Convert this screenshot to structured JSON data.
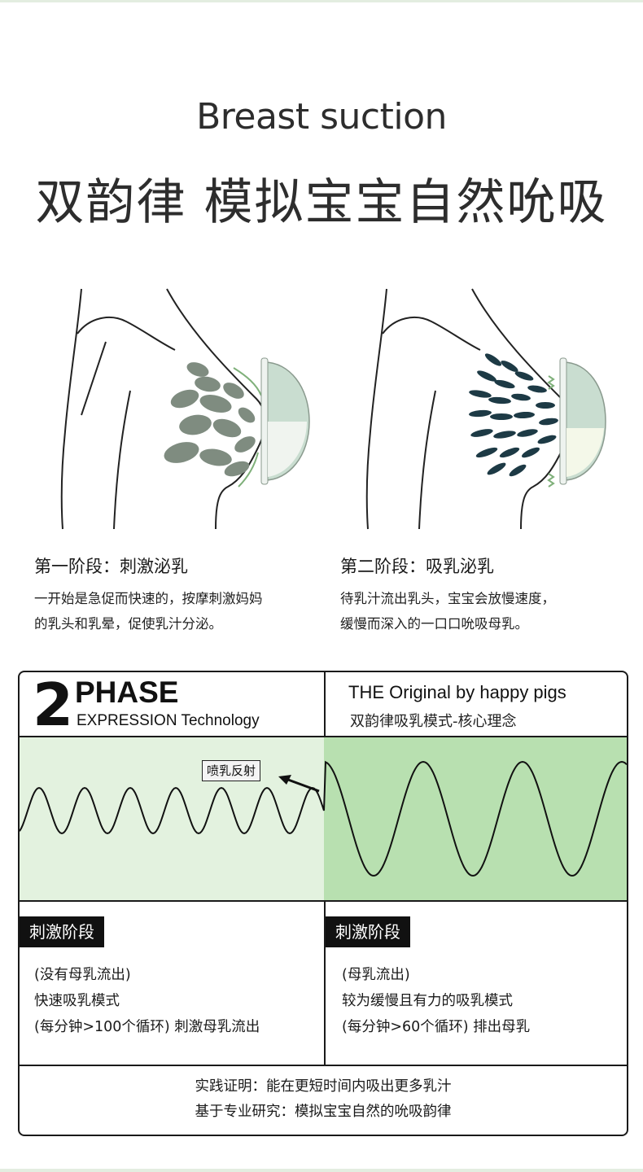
{
  "header": {
    "title_en": "Breast suction",
    "title_cn": "双韵律 模拟宝宝自然吮吸"
  },
  "phases": [
    {
      "title": "第一阶段：刺激泌乳",
      "desc_line1": "一开始是急促而快速的，按摩刺激妈妈",
      "desc_line2": "的乳头和乳晕，促使乳汁分泌。"
    },
    {
      "title": "第二阶段：吸乳泌乳",
      "desc_line1": "待乳汁流出乳头，宝宝会放慢速度，",
      "desc_line2": "缓慢而深入的一口口吮吸母乳。"
    }
  ],
  "card": {
    "big_number": "2",
    "phase_word": "PHASE",
    "expression_tech": "EXPRESSION Technology",
    "original_en": "THE Original by happy pigs",
    "original_cn": "双韵律吸乳模式-核心理念",
    "reflex_label": "喷乳反射",
    "colors": {
      "left_bg": "#e3f2df",
      "right_bg": "#b8e0b0"
    },
    "stages": [
      {
        "tag": "刺激阶段",
        "line1": "(没有母乳流出)",
        "line2": "快速吸乳模式",
        "line3": "(每分钟>100个循环) 刺激母乳流出"
      },
      {
        "tag": "刺激阶段",
        "line1": "(母乳流出)",
        "line2": "较为缓慢且有力的吸乳模式",
        "line3": "(每分钟>60个循环) 排出母乳"
      }
    ],
    "footer_line1": "实践证明：能在更短时间内吸出更多乳汁",
    "footer_line2": "基于专业研究：模拟宝宝自然的吮吸韵律"
  },
  "illustration_colors": {
    "left_glands": "#7f8c80",
    "right_glands": "#1d3a45",
    "pump_body": "#c9ddd0"
  }
}
